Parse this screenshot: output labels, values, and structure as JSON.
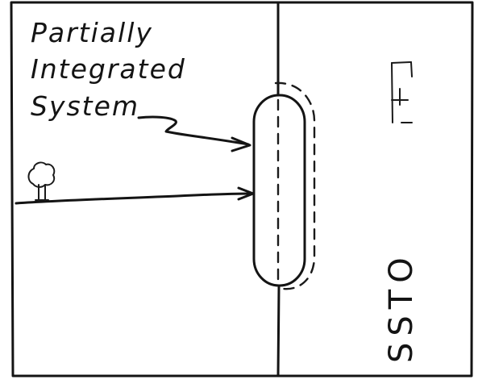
{
  "labels": {
    "line1": "Partially",
    "line2": "Integrated",
    "line3": "System",
    "ssto": "SSTO"
  },
  "icons": {
    "tree": "tree-icon",
    "tower": "launch-tower-icon"
  },
  "colors": {
    "ink": "#141414",
    "paper": "#ffffff"
  }
}
